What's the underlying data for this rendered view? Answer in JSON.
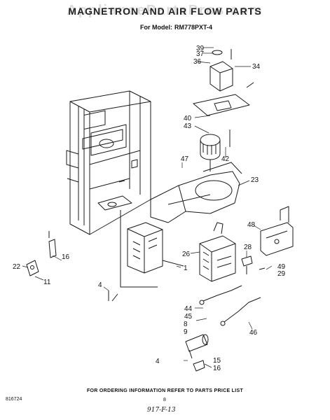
{
  "header": {
    "title": "MAGNETRON AND AIR FLOW PARTS",
    "watermark": "AppliancePartsPros.com",
    "model_label": "For Model:",
    "model_number": "RM778PXT-4"
  },
  "callouts": [
    "39",
    "37",
    "36",
    "34",
    "40",
    "43",
    "42",
    "47",
    "23",
    "48",
    "26",
    "28",
    "49",
    "29",
    "1",
    "16",
    "22",
    "11",
    "4",
    "44",
    "45",
    "8",
    "9",
    "46",
    "4",
    "15",
    "16"
  ],
  "footer": {
    "order_info": "FOR ORDERING INFORMATION REFER TO PARTS PRICE LIST",
    "doc_number": "816724",
    "page_number": "8",
    "handwritten": "917-F-13"
  }
}
